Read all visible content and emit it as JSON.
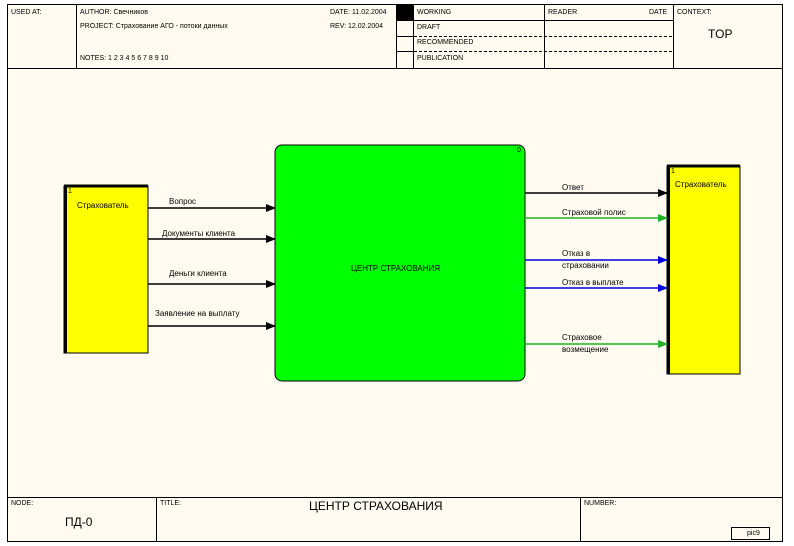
{
  "header": {
    "used_at_label": "USED AT:",
    "author": "AUTHOR: Свечников",
    "project": "PROJECT: Страхование АГО - потоки данных",
    "notes": "NOTES: 1 2 3 4 5 6 7 8 9 10",
    "date": "DATE: 11.02.2004",
    "rev": "REV: 12.02.2004",
    "status": [
      "WORKING",
      "DRAFT",
      "RECOMMENDED",
      "PUBLICATION"
    ],
    "reader_label": "READER",
    "date_label": "DATE",
    "context_label": "CONTEXT:",
    "context_value": "TOP"
  },
  "diagram": {
    "left_box": {
      "number": "1",
      "label": "Страхователь"
    },
    "center_box": {
      "number": "0",
      "label": "ЦЕНТР СТРАХОВАНИЯ"
    },
    "right_box": {
      "number": "1",
      "label": "Страхователь"
    },
    "inputs": [
      "Вопрос",
      "Документы клиента",
      "Деньги клиента",
      "Заявление на выплату"
    ],
    "outputs": [
      {
        "label": "Ответ",
        "color": "#000000"
      },
      {
        "label": "Страховой полис",
        "color": "#22b222"
      },
      {
        "label": "Отказ в страховании",
        "line1": "Отказ в",
        "line2": "страховании",
        "color": "#0000dd"
      },
      {
        "label": "Отказ в выплате",
        "color": "#0000dd"
      },
      {
        "label": "Страховое возмещение",
        "line1": "Страховое",
        "line2": "возмещение",
        "color": "#22b222"
      }
    ],
    "colors": {
      "entity": "#ffff00",
      "process": "#00ff00"
    }
  },
  "footer": {
    "node_label": "NODE:",
    "node_value": "ПД-0",
    "title_label": "TITLE:",
    "title_value": "ЦЕНТР СТРАХОВАНИЯ",
    "number_label": "NUMBER:",
    "page": "pic9"
  }
}
